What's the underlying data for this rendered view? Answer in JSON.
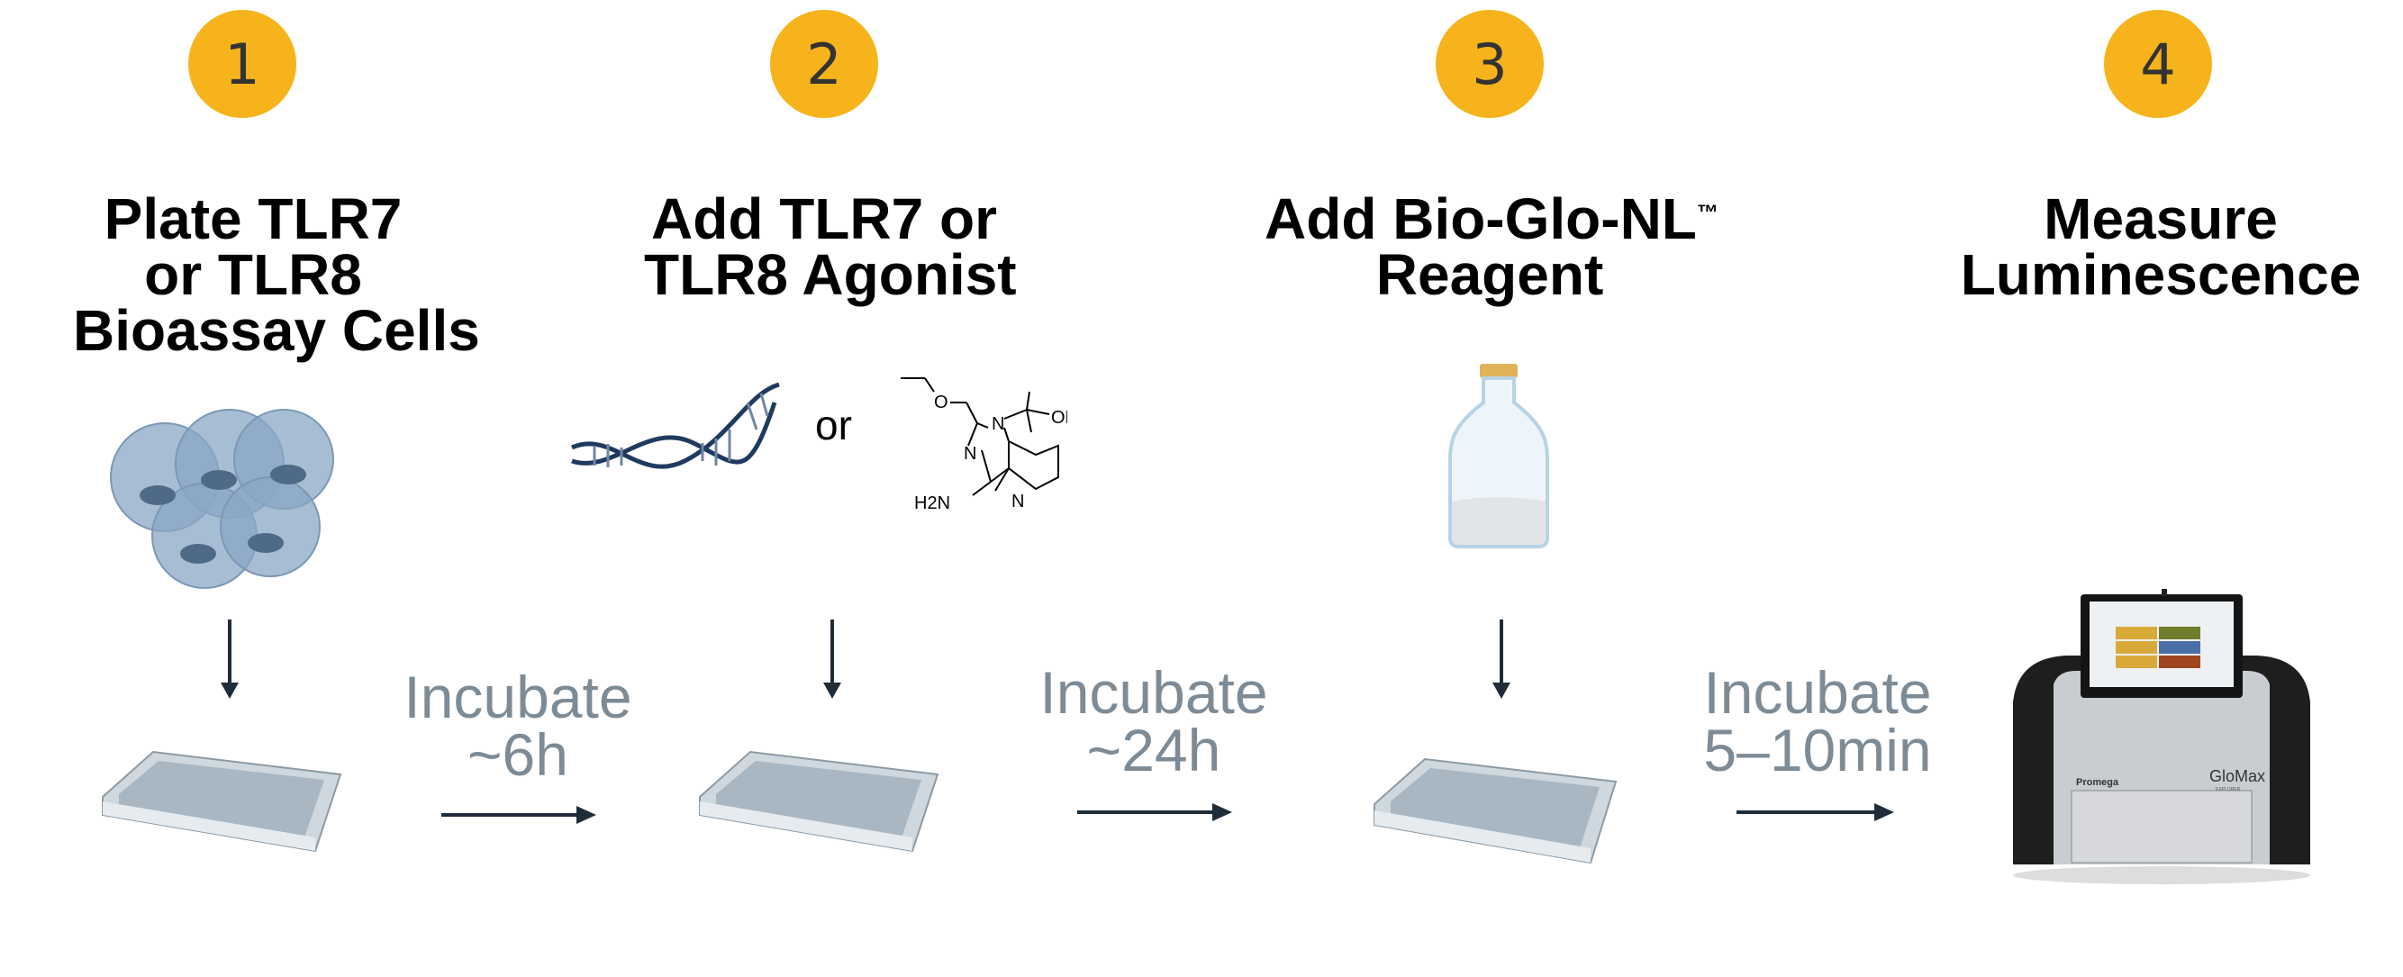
{
  "steps": [
    {
      "number": "1",
      "title_lines": [
        "Plate TLR7",
        "or TLR8",
        "Bioassay Cells"
      ]
    },
    {
      "number": "2",
      "title_lines": [
        "Add TLR7 or",
        "TLR8 Agonist"
      ],
      "or_label": "or"
    },
    {
      "number": "3",
      "title_lines": [
        "Add Bio-Glo-NL",
        "Reagent"
      ],
      "trademark": "™"
    },
    {
      "number": "4",
      "title_lines": [
        "Measure",
        "Luminescence"
      ]
    }
  ],
  "incubations": [
    {
      "lines": [
        "Incubate",
        "~6h"
      ]
    },
    {
      "lines": [
        "Incubate",
        "~24h"
      ]
    },
    {
      "lines": [
        "Incubate",
        "5–10min"
      ]
    }
  ],
  "chemical_labels": {
    "oh": "OH",
    "n": "N",
    "h2n": "H2N"
  },
  "instrument": {
    "brand": "Promega",
    "model": "GloMax",
    "model_sub": "EXPLORER"
  },
  "colors": {
    "badge": "#f7b31b",
    "incubate_text": "#7d8b96",
    "arrow": "#1f2d3a",
    "cell": "#8aa7c4"
  }
}
